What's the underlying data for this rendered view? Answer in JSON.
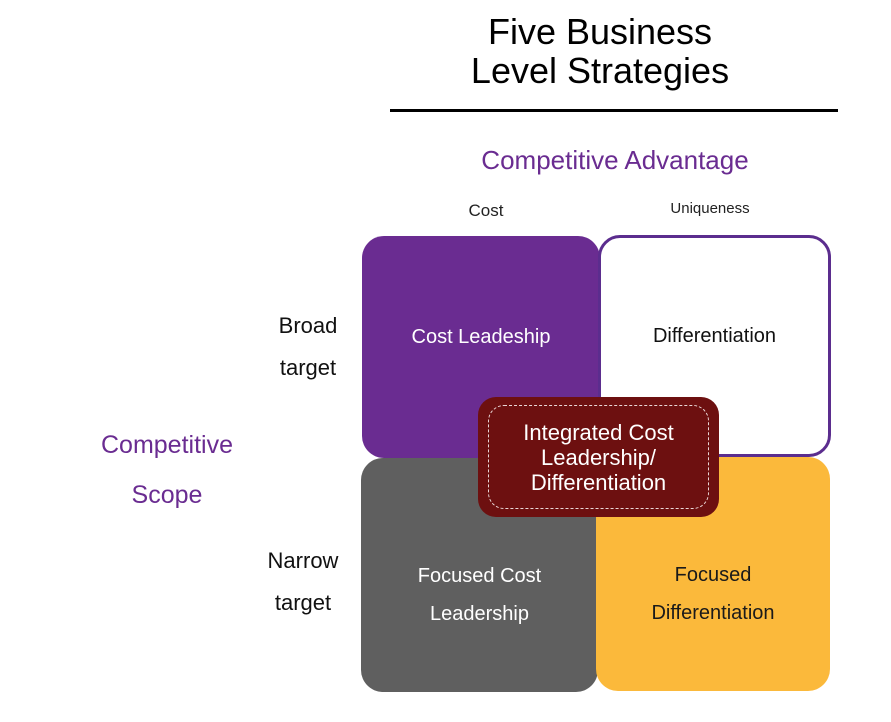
{
  "header": {
    "title": "Five Business\nLevel Strategies",
    "advantage_label": "Competitive Advantage"
  },
  "columns": {
    "cost": "Cost",
    "uniqueness": "Uniqueness"
  },
  "rows": {
    "broad": "Broad\ntarget",
    "narrow": "Narrow\ntarget"
  },
  "scope_label": "Competitive\nScope",
  "quadrants": {
    "cost_leadership": "Cost Leadeship",
    "differentiation": "Differentiation",
    "focused_cost_leadership": "Focused Cost\nLeadership",
    "focused_differentiation": "Focused\nDifferentiation"
  },
  "integrated": "Integrated Cost\nLeadership/\nDifferentiation",
  "colors": {
    "purple": "#6a2c91",
    "gray": "#5f5f5f",
    "gold": "#fbb93b",
    "maroon": "#6d1010"
  }
}
